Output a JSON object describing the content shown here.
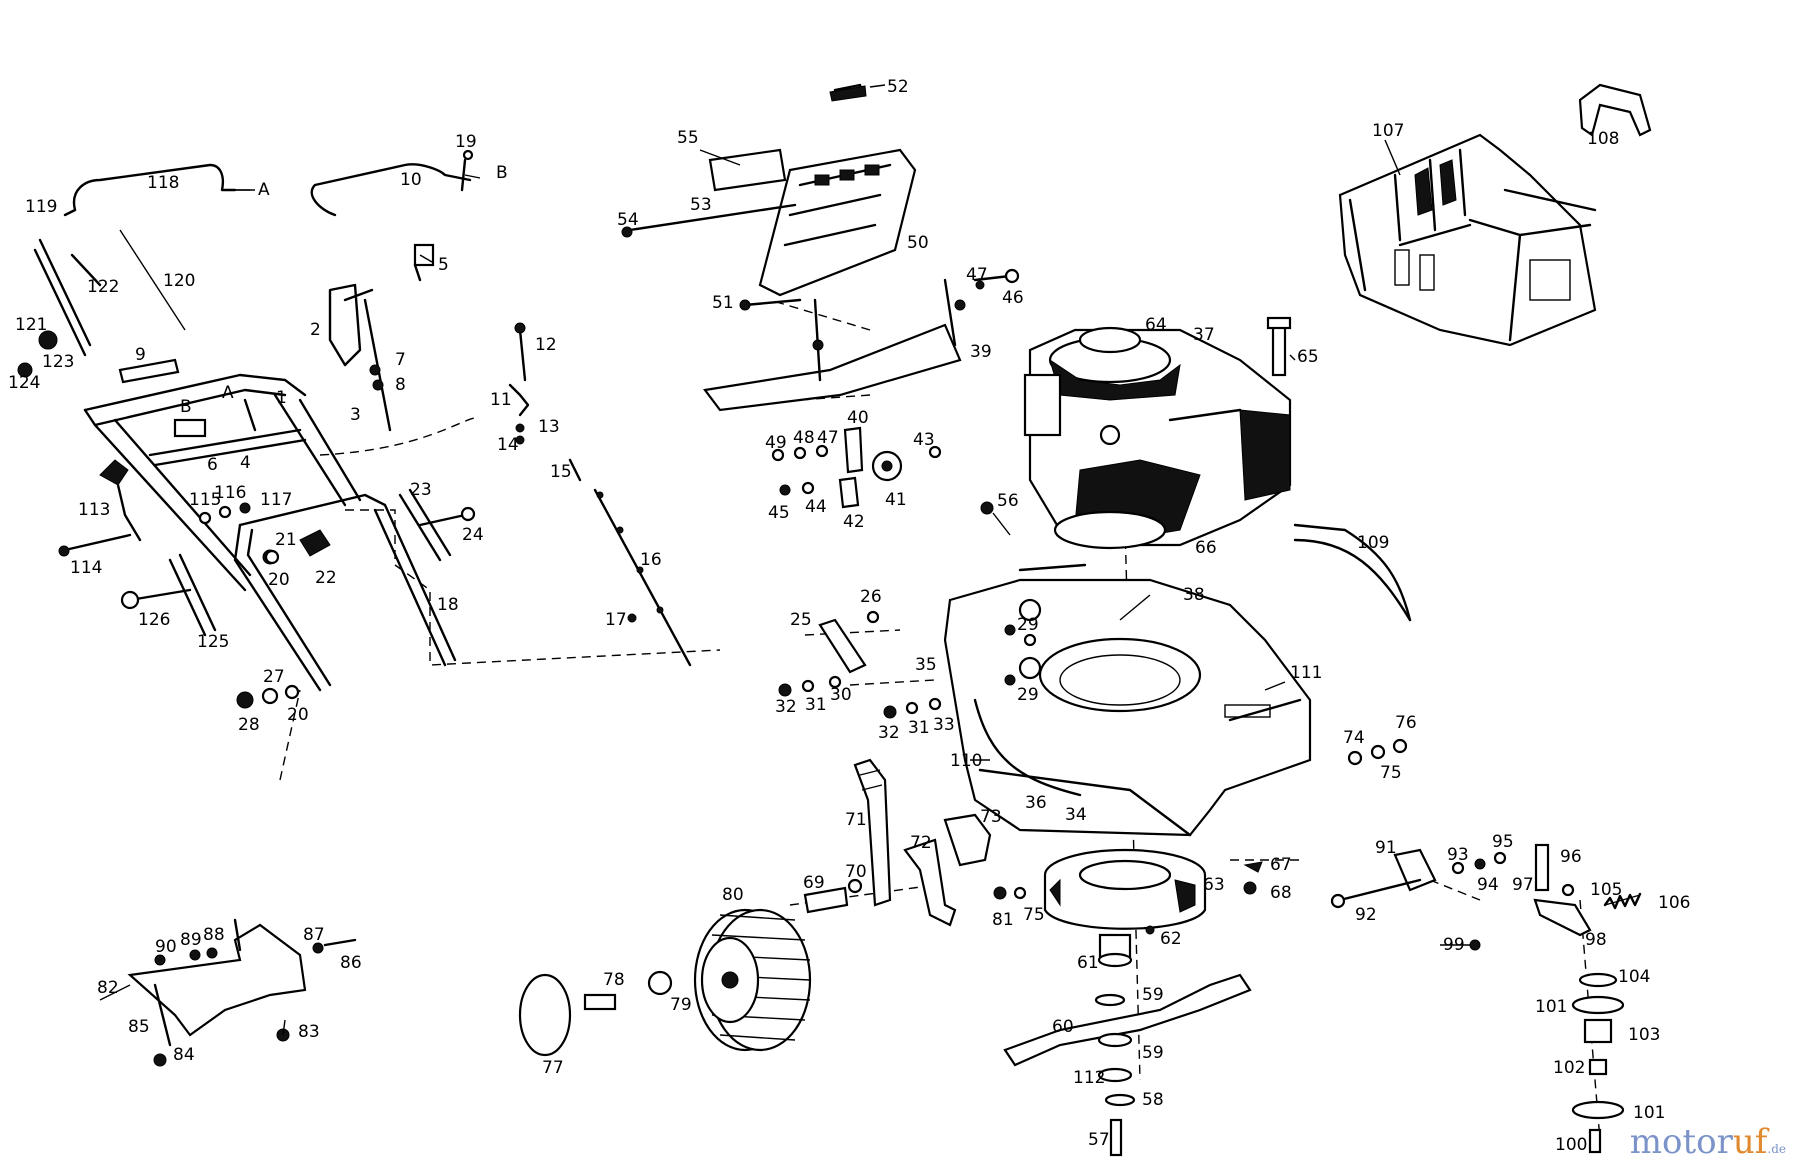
{
  "brand": {
    "part1": "motor",
    "part2": "uf",
    "suffix": ".de"
  },
  "labels": {
    "n1": "1",
    "n2": "2",
    "n3": "3",
    "n4": "4",
    "n5": "5",
    "n6": "6",
    "n7": "7",
    "n8": "8",
    "n9": "9",
    "n10": "10",
    "n11": "11",
    "n12": "12",
    "n13": "13",
    "n14": "14",
    "n15": "15",
    "n16": "16",
    "n17": "17",
    "n18": "18",
    "n19": "19",
    "n20a": "20",
    "n20b": "20",
    "n21": "21",
    "n22": "22",
    "n23": "23",
    "n24": "24",
    "n25": "25",
    "n26": "26",
    "n27": "27",
    "n28": "28",
    "n29a": "29",
    "n29b": "29",
    "n30": "30",
    "n31a": "31",
    "n31b": "31",
    "n32a": "32",
    "n32b": "32",
    "n33": "33",
    "n34": "34",
    "n35": "35",
    "n36": "36",
    "n37": "37",
    "n38": "38",
    "n39": "39",
    "n40": "40",
    "n41": "41",
    "n42": "42",
    "n43": "43",
    "n44": "44",
    "n45": "45",
    "n46": "46",
    "n47a": "47",
    "n47b": "47",
    "n48": "48",
    "n49": "49",
    "n50": "50",
    "n51": "51",
    "n52": "52",
    "n53": "53",
    "n54": "54",
    "n55": "55",
    "n56": "56",
    "n57": "57",
    "n58": "58",
    "n59a": "59",
    "n59b": "59",
    "n60": "60",
    "n61": "61",
    "n62": "62",
    "n63": "63",
    "n64": "64",
    "n65": "65",
    "n66": "66",
    "n67": "67",
    "n68": "68",
    "n69": "69",
    "n70": "70",
    "n71": "71",
    "n72": "72",
    "n73": "73",
    "n74": "74",
    "n75a": "75",
    "n75b": "75",
    "n76": "76",
    "n77": "77",
    "n78": "78",
    "n79": "79",
    "n80": "80",
    "n81": "81",
    "n82": "82",
    "n83": "83",
    "n84": "84",
    "n85": "85",
    "n86": "86",
    "n87": "87",
    "n88": "88",
    "n89": "89",
    "n90": "90",
    "n91": "91",
    "n92": "92",
    "n93": "93",
    "n94": "94",
    "n95": "95",
    "n96": "96",
    "n97": "97",
    "n98": "98",
    "n99": "99",
    "n100": "100",
    "n101a": "101",
    "n101b": "101",
    "n102": "102",
    "n103": "103",
    "n104": "104",
    "n105": "105",
    "n106": "106",
    "n107": "107",
    "n108": "108",
    "n109": "109",
    "n110": "110",
    "n111": "111",
    "n112": "112",
    "n113": "113",
    "n114": "114",
    "n115": "115",
    "n116": "116",
    "n117": "117",
    "n118": "118",
    "n119": "119",
    "n120": "120",
    "n121": "121",
    "n122": "122",
    "n123": "123",
    "n124": "124",
    "n125": "125",
    "n126": "126",
    "mA1": "A",
    "mB1": "B",
    "mA2": "A",
    "mB2": "B"
  },
  "colors": {
    "line": "#000000",
    "brand_blue": "#7b93c9",
    "brand_orange": "#e0892f"
  }
}
